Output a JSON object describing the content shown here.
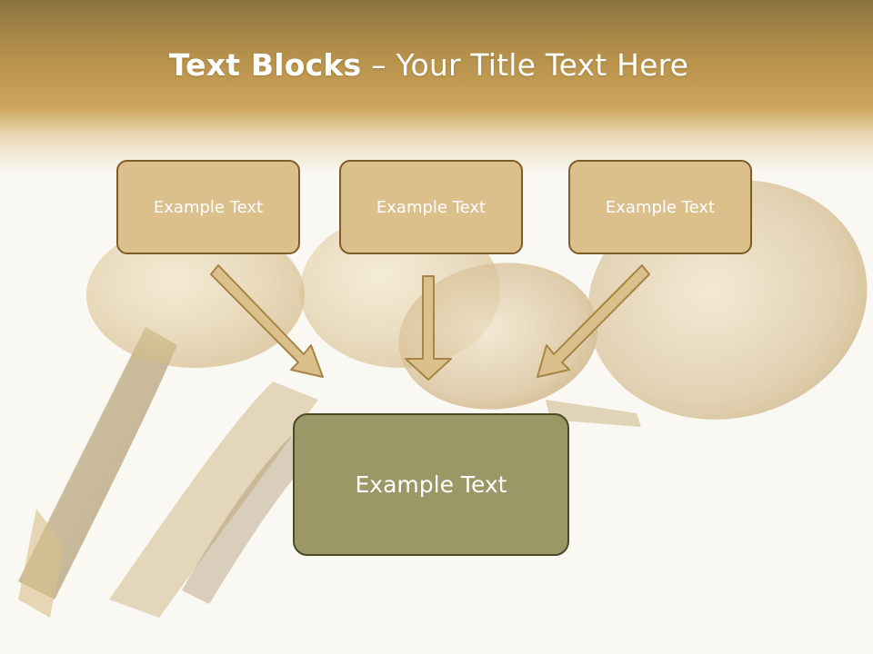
{
  "title": {
    "bold_part": "Text Blocks",
    "dash": " – ",
    "regular_part": "Your Title Text Here"
  },
  "blocks": [
    {
      "label": "Example Text"
    },
    {
      "label": "Example Text"
    },
    {
      "label": "Example Text"
    }
  ],
  "main_block": {
    "label": "Example Text"
  },
  "colors": {
    "header_gradient_top": "#8c7440",
    "header_gradient_mid": "#cda45a",
    "top_box_fill": "#dcc08c",
    "top_box_border": "#7d5c27",
    "main_box_fill": "#9b9766",
    "main_box_border": "#4a4a26",
    "arrow_fill": "#dcc08c",
    "arrow_stroke": "#a68546",
    "background": "#faf8f3"
  },
  "icons": {
    "background_image": "spoons-photo",
    "arrows": "down-arrow"
  }
}
